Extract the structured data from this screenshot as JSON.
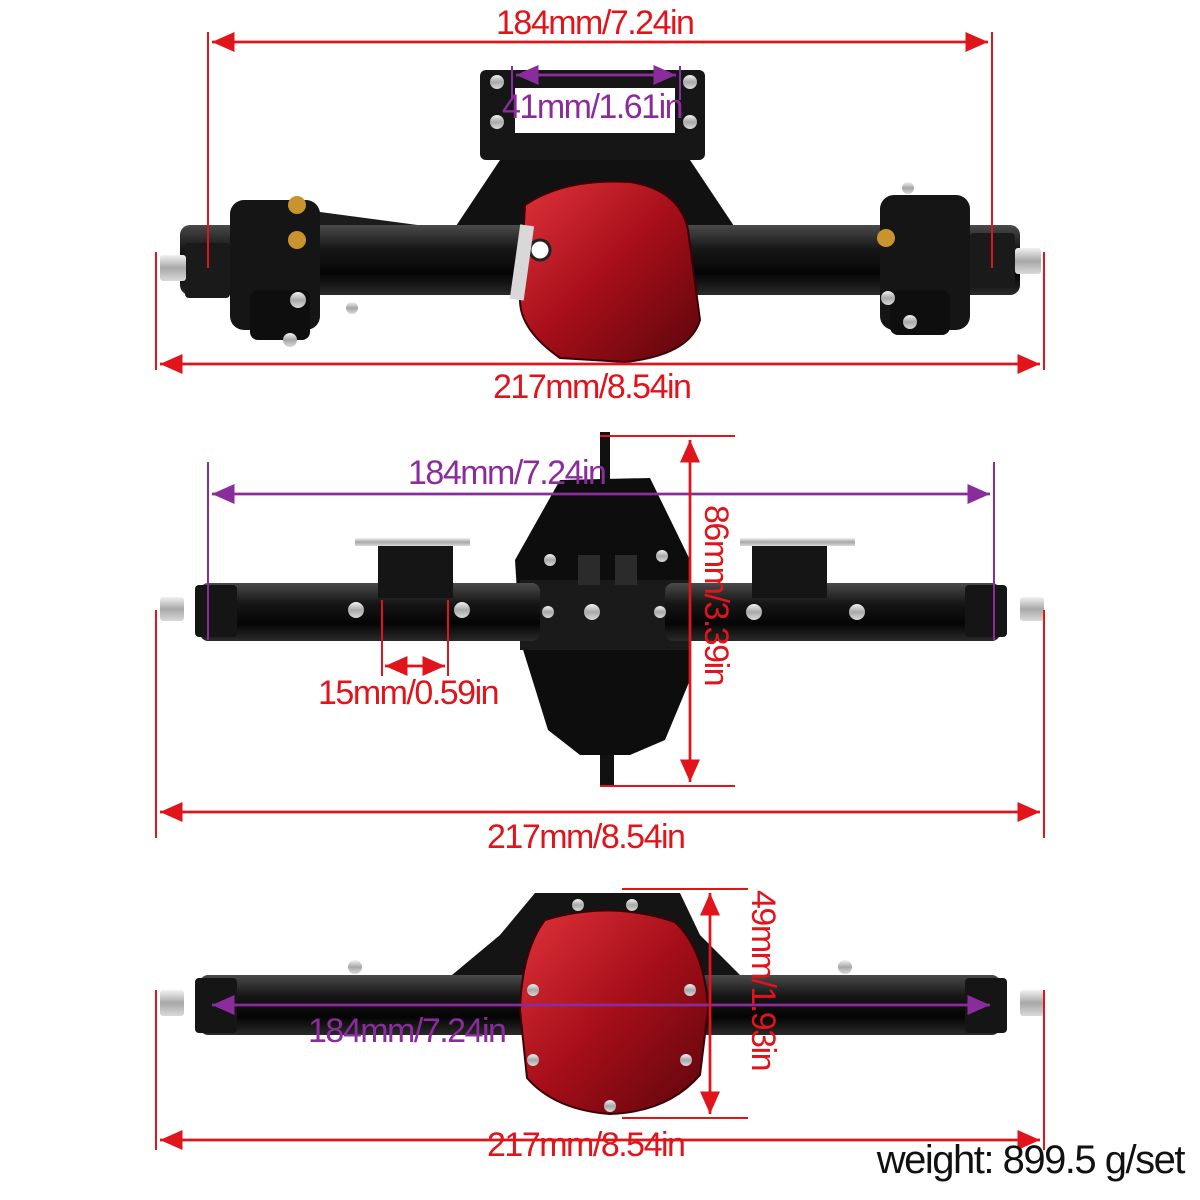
{
  "views": {
    "top": {
      "overall_width_top": "184mm/7.24in",
      "mount_width": "41mm/1.61in",
      "overall_width_bottom": "217mm/8.54in"
    },
    "rear": {
      "axle_width": "184mm/7.24in",
      "height": "86mm/3.39in",
      "mount_width": "15mm/0.59in",
      "overall_width": "217mm/8.54in"
    },
    "front": {
      "axle_width": "184mm/7.24in",
      "height": "49mm/1.93in",
      "overall_width": "217mm/8.54in"
    }
  },
  "weight": "weight: 899.5 g/set",
  "colors": {
    "dimension_red": "#e0141b",
    "dimension_purple": "#8a2c9c",
    "axle_black": "#111111",
    "diff_cover_red": "#b3121e"
  }
}
